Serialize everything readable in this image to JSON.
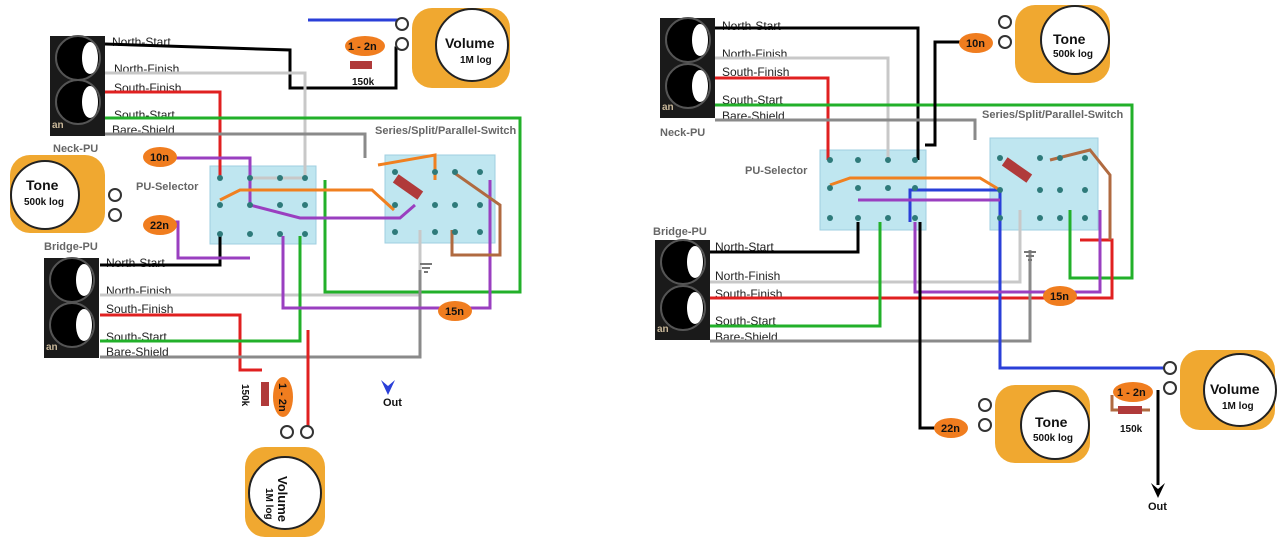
{
  "left": {
    "neck_pickup": {
      "label": "Neck-PU",
      "wires": [
        "North-Start",
        "North-Finish",
        "South-Finish",
        "South-Start",
        "Bare-Shield"
      ]
    },
    "bridge_pickup": {
      "label": "Bridge-PU",
      "wires": [
        "North-Start",
        "North-Finish",
        "South-Finish",
        "South-Start",
        "Bare-Shield"
      ]
    },
    "selector_label": "PU-Selector",
    "switch_label": "Series/Split/Parallel-Switch",
    "tone_pot": {
      "name": "Tone",
      "value": "500k log"
    },
    "volume_top": {
      "name": "Volume",
      "value": "1M log",
      "cap": "1 - 2n",
      "resistor": "150k"
    },
    "volume_bottom": {
      "name": "Volume",
      "value": "1M log",
      "cap": "1 - 2n",
      "resistor": "150k"
    },
    "caps": {
      "c10": "10n",
      "c22": "22n",
      "c15": "15n"
    },
    "out_label": "Out",
    "magnet_text": "an"
  },
  "right": {
    "neck_pickup": {
      "label": "Neck-PU",
      "wires": [
        "North-Start",
        "North-Finish",
        "South-Finish",
        "South-Start",
        "Bare-Shield"
      ]
    },
    "bridge_pickup": {
      "label": "Bridge-PU",
      "wires": [
        "North-Start",
        "North-Finish",
        "South-Finish",
        "South-Start",
        "Bare-Shield"
      ]
    },
    "selector_label": "PU-Selector",
    "switch_label": "Series/Split/Parallel-Switch",
    "tone_top": {
      "name": "Tone",
      "value": "500k log"
    },
    "tone_bottom": {
      "name": "Tone",
      "value": "500k log"
    },
    "volume": {
      "name": "Volume",
      "value": "1M log",
      "cap": "1 - 2n",
      "resistor": "150k"
    },
    "caps": {
      "c10": "10n",
      "c22": "22n",
      "c15": "15n"
    },
    "out_label": "Out",
    "magnet_text": "an"
  },
  "colors": {
    "black": "#000000",
    "white_wire": "#c8c8c8",
    "red": "#e02020",
    "green": "#22b02a",
    "bare": "#8a8a8a",
    "blue": "#2a3fd8",
    "purple": "#9a3fc0",
    "orange": "#f08020",
    "brown": "#b06a40",
    "switch_body": "#bfe6f0",
    "pot_body": "#f0a830",
    "cap_fill": "#f07d1f"
  }
}
